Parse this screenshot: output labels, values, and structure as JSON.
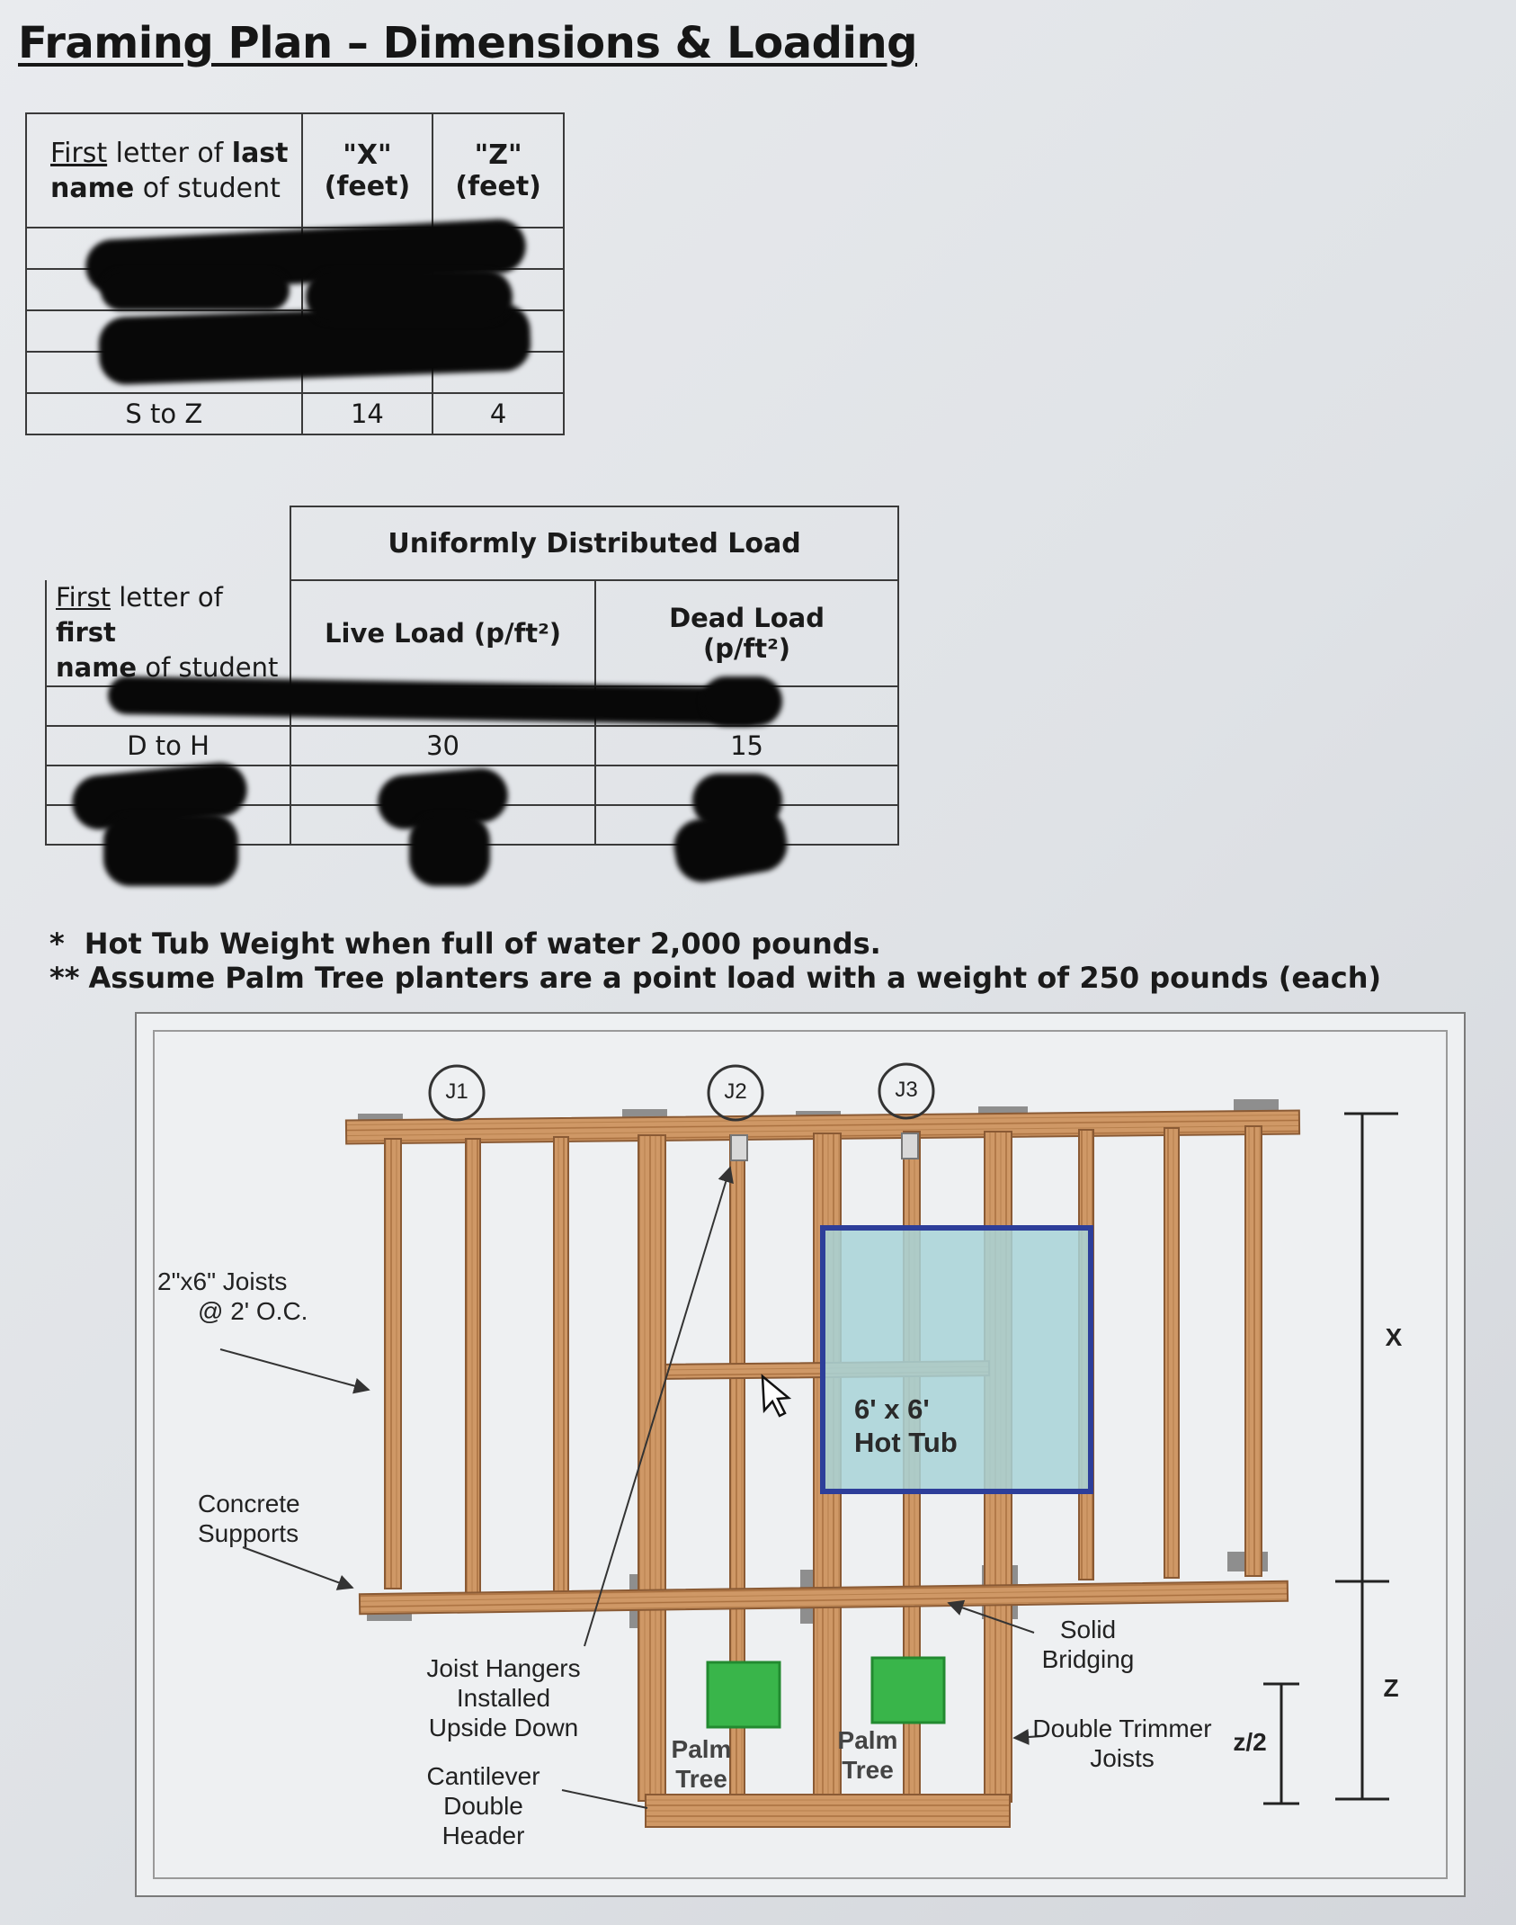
{
  "title": "Framing Plan – Dimensions & Loading",
  "table_last": {
    "header_first_1": "First",
    "header_first_2": " letter of ",
    "header_first_3": "last",
    "header_first_4": "name",
    "header_first_5": " of student",
    "header_x_1": "\"X\"",
    "header_x_2": "(feet)",
    "header_z_1": "\"Z\"",
    "header_z_2": "(feet)",
    "rows": [
      {
        "range": "",
        "x": "",
        "z": ""
      },
      {
        "range": "",
        "x": "",
        "z": ""
      },
      {
        "range": "",
        "x": "",
        "z": ""
      },
      {
        "range": "",
        "x": "",
        "z": ""
      },
      {
        "range": "S to Z",
        "x": "14",
        "z": "4"
      }
    ]
  },
  "table_first": {
    "group_header": "Uniformly Distributed Load",
    "header_first_1": "First",
    "header_first_2": " letter of ",
    "header_first_3": "first",
    "header_first_4": "name",
    "header_first_5": " of student",
    "header_live": "Live Load (p/ft²)",
    "header_dead_1": "Dead Load",
    "header_dead_2": "(p/ft²)",
    "rows": [
      {
        "range": "",
        "live": "",
        "dead": ""
      },
      {
        "range": "D to H",
        "live": "30",
        "dead": "15"
      },
      {
        "range": "",
        "live": "",
        "dead": ""
      },
      {
        "range": "",
        "live": "",
        "dead": ""
      }
    ]
  },
  "notes": {
    "n1_mark": "*",
    "n1": "Hot Tub Weight when full of water 2,000 pounds.",
    "n2_mark": "**",
    "n2": "Assume Palm Tree planters are a point load with a weight of 250 pounds (each)"
  },
  "diagram": {
    "j1": "J1",
    "j2": "J2",
    "j3": "J3",
    "joists_1": "2\"x6\" Joists",
    "joists_2": "@ 2' O.C.",
    "concrete_1": "Concrete",
    "concrete_2": "Supports",
    "hangers_1": "Joist Hangers Installed",
    "hangers_2": "Upside Down",
    "cantilever_1": "Cantilever",
    "cantilever_2": "Double Header",
    "palm1_1": "Palm",
    "palm1_2": "Tree",
    "palm2_1": "Palm",
    "palm2_2": "Tree",
    "hottub_1": "6' x 6'",
    "hottub_2": "Hot Tub",
    "bridging_1": "Solid",
    "bridging_2": "Bridging",
    "trimmer_1": "Double Trimmer",
    "trimmer_2": "Joists",
    "z_half": "z/2",
    "x_dim": "X",
    "z_dim": "Z"
  },
  "colors": {
    "wood": "#c98f5e",
    "wood_dark": "#8a5a34",
    "support": "#8f8f8f",
    "hottub_fill": "#a8d4d8",
    "hottub_border": "#2d3e9a",
    "planter": "#39b54a"
  }
}
